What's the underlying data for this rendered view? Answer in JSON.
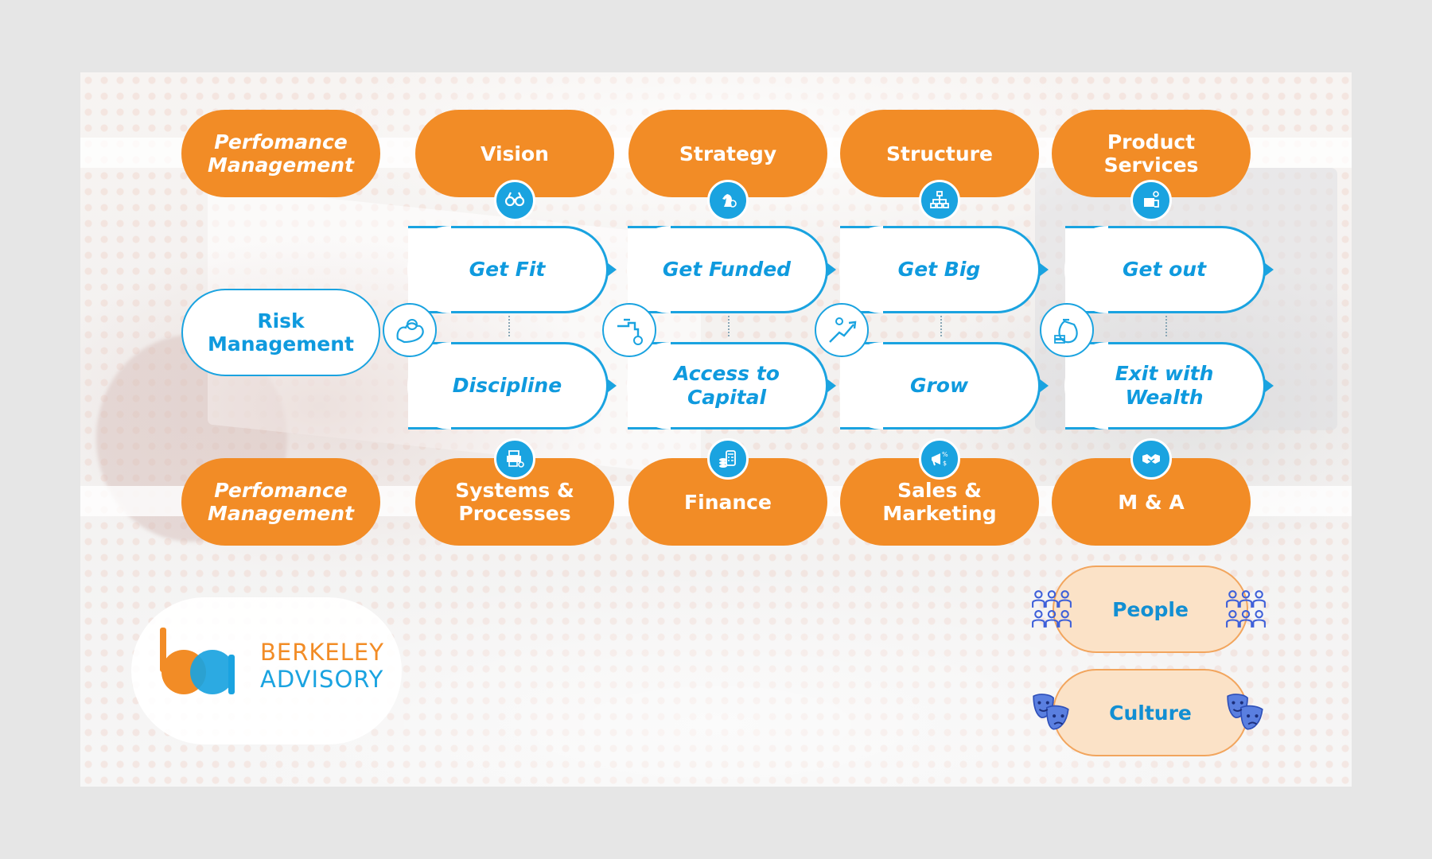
{
  "colors": {
    "orange": "#f28c26",
    "blue": "#1aa3e0",
    "text_blue": "#0f9ade",
    "soft_orange": "#fbe2c7"
  },
  "top_row": [
    {
      "label": "Perfomance\nManagement",
      "italic": true
    },
    {
      "label": "Vision",
      "icon": "binoculars-icon"
    },
    {
      "label": "Strategy",
      "icon": "chess-knight-target-icon"
    },
    {
      "label": "Structure",
      "icon": "org-chart-icon"
    },
    {
      "label": "Product\nServices",
      "icon": "product-box-icon"
    }
  ],
  "middle": {
    "risk_label": "Risk\nManagement",
    "columns": [
      {
        "top": "Get Fit",
        "bottom": "Discipline",
        "icon": "muscle-arm-icon"
      },
      {
        "top": "Get Funded",
        "bottom": "Access to\nCapital",
        "icon": "money-tap-icon"
      },
      {
        "top": "Get Big",
        "bottom": "Grow",
        "icon": "growth-runner-icon"
      },
      {
        "top": "Get out",
        "bottom": "Exit with\nWealth",
        "icon": "money-bag-icon"
      }
    ]
  },
  "bottom_row": [
    {
      "label": "Perfomance\nManagement",
      "italic": true
    },
    {
      "label": "Systems &\nProcesses",
      "icon": "printer-gear-icon"
    },
    {
      "label": "Finance",
      "icon": "coins-calculator-icon"
    },
    {
      "label": "Sales &\nMarketing",
      "icon": "megaphone-percent-icon"
    },
    {
      "label": "M & A",
      "icon": "handshake-icon"
    }
  ],
  "extras": [
    {
      "label": "People",
      "icon": "people-group-icon"
    },
    {
      "label": "Culture",
      "icon": "theater-masks-icon"
    }
  ],
  "logo": {
    "line1": "BERKELEY",
    "line2": "ADVISORY",
    "icon": "berkeley-advisory-logo"
  }
}
